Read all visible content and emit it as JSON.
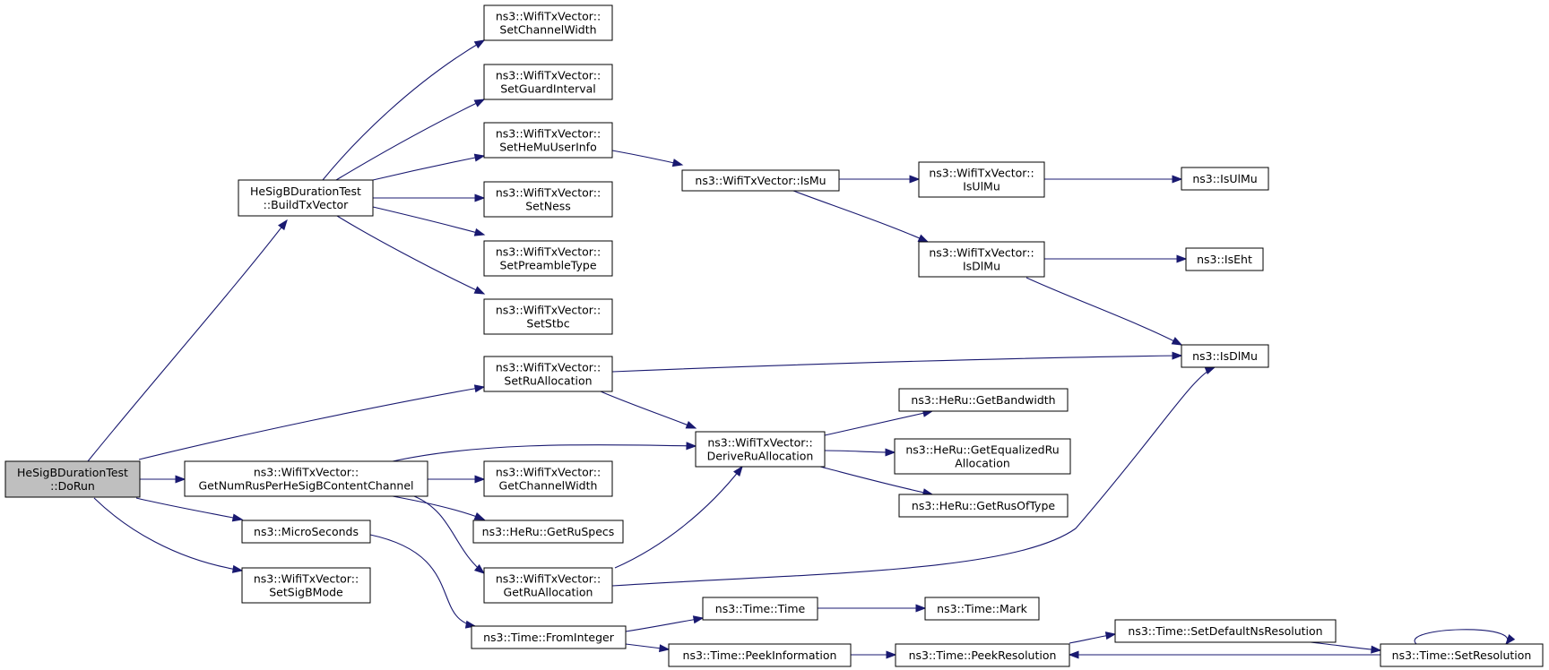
{
  "nodes": [
    {
      "id": "dorun",
      "lines": [
        "HeSigBDurationTest",
        "::DoRun"
      ]
    },
    {
      "id": "buildtx",
      "lines": [
        "HeSigBDurationTest",
        "::BuildTxVector"
      ]
    },
    {
      "id": "setchw",
      "lines": [
        "ns3::WifiTxVector::",
        "SetChannelWidth"
      ]
    },
    {
      "id": "setgi",
      "lines": [
        "ns3::WifiTxVector::",
        "SetGuardInterval"
      ]
    },
    {
      "id": "sethemu",
      "lines": [
        "ns3::WifiTxVector::",
        "SetHeMuUserInfo"
      ]
    },
    {
      "id": "setness",
      "lines": [
        "ns3::WifiTxVector::",
        "SetNess"
      ]
    },
    {
      "id": "setpre",
      "lines": [
        "ns3::WifiTxVector::",
        "SetPreambleType"
      ]
    },
    {
      "id": "setstbc",
      "lines": [
        "ns3::WifiTxVector::",
        "SetStbc"
      ]
    },
    {
      "id": "setrualloc",
      "lines": [
        "ns3::WifiTxVector::",
        "SetRuAllocation"
      ]
    },
    {
      "id": "getnumrus",
      "lines": [
        "ns3::WifiTxVector::",
        "GetNumRusPerHeSigBContentChannel"
      ]
    },
    {
      "id": "micro",
      "lines": [
        "ns3::MicroSeconds"
      ]
    },
    {
      "id": "setsigb",
      "lines": [
        "ns3::WifiTxVector::",
        "SetSigBMode"
      ]
    },
    {
      "id": "ismu",
      "lines": [
        "ns3::WifiTxVector::IsMu"
      ]
    },
    {
      "id": "derive",
      "lines": [
        "ns3::WifiTxVector::",
        "DeriveRuAllocation"
      ]
    },
    {
      "id": "getchw",
      "lines": [
        "ns3::WifiTxVector::",
        "GetChannelWidth"
      ]
    },
    {
      "id": "getruspecs",
      "lines": [
        "ns3::HeRu::GetRuSpecs"
      ]
    },
    {
      "id": "getrualloc",
      "lines": [
        "ns3::WifiTxVector::",
        "GetRuAllocation"
      ]
    },
    {
      "id": "fromint",
      "lines": [
        "ns3::Time::FromInteger"
      ]
    },
    {
      "id": "isulmu_v",
      "lines": [
        "ns3::WifiTxVector::",
        "IsUlMu"
      ]
    },
    {
      "id": "isdlmu_v",
      "lines": [
        "ns3::WifiTxVector::",
        "IsDlMu"
      ]
    },
    {
      "id": "getbw",
      "lines": [
        "ns3::HeRu::GetBandwidth"
      ]
    },
    {
      "id": "geteq",
      "lines": [
        "ns3::HeRu::GetEqualizedRu",
        "Allocation"
      ]
    },
    {
      "id": "getrusoftype",
      "lines": [
        "ns3::HeRu::GetRusOfType"
      ]
    },
    {
      "id": "time",
      "lines": [
        "ns3::Time::Time"
      ]
    },
    {
      "id": "peekinfo",
      "lines": [
        "ns3::Time::PeekInformation"
      ]
    },
    {
      "id": "mark",
      "lines": [
        "ns3::Time::Mark"
      ]
    },
    {
      "id": "peekres",
      "lines": [
        "ns3::Time::PeekResolution"
      ]
    },
    {
      "id": "setdefns",
      "lines": [
        "ns3::Time::SetDefaultNsResolution"
      ]
    },
    {
      "id": "setres",
      "lines": [
        "ns3::Time::SetResolution"
      ]
    },
    {
      "id": "isulmu",
      "lines": [
        "ns3::IsUlMu"
      ]
    },
    {
      "id": "iseht",
      "lines": [
        "ns3::IsEht"
      ]
    },
    {
      "id": "isdlmu",
      "lines": [
        "ns3::IsDlMu"
      ]
    }
  ],
  "edges": [
    {
      "from": "dorun",
      "to": "buildtx"
    },
    {
      "from": "dorun",
      "to": "setrualloc"
    },
    {
      "from": "dorun",
      "to": "getnumrus"
    },
    {
      "from": "dorun",
      "to": "micro"
    },
    {
      "from": "dorun",
      "to": "setsigb"
    },
    {
      "from": "buildtx",
      "to": "setchw"
    },
    {
      "from": "buildtx",
      "to": "setgi"
    },
    {
      "from": "buildtx",
      "to": "sethemu"
    },
    {
      "from": "buildtx",
      "to": "setness"
    },
    {
      "from": "buildtx",
      "to": "setpre"
    },
    {
      "from": "buildtx",
      "to": "setstbc"
    },
    {
      "from": "sethemu",
      "to": "ismu"
    },
    {
      "from": "setrualloc",
      "to": "isdlmu"
    },
    {
      "from": "setrualloc",
      "to": "derive"
    },
    {
      "from": "getnumrus",
      "to": "derive"
    },
    {
      "from": "getnumrus",
      "to": "getchw"
    },
    {
      "from": "getnumrus",
      "to": "getruspecs"
    },
    {
      "from": "getnumrus",
      "to": "getrualloc"
    },
    {
      "from": "micro",
      "to": "fromint"
    },
    {
      "from": "ismu",
      "to": "isulmu_v"
    },
    {
      "from": "ismu",
      "to": "isdlmu_v"
    },
    {
      "from": "isulmu_v",
      "to": "isulmu"
    },
    {
      "from": "isdlmu_v",
      "to": "iseht"
    },
    {
      "from": "isdlmu_v",
      "to": "isdlmu"
    },
    {
      "from": "derive",
      "to": "getbw"
    },
    {
      "from": "derive",
      "to": "geteq"
    },
    {
      "from": "derive",
      "to": "getrusoftype"
    },
    {
      "from": "getrualloc",
      "to": "derive"
    },
    {
      "from": "getrualloc",
      "to": "isdlmu"
    },
    {
      "from": "fromint",
      "to": "time"
    },
    {
      "from": "fromint",
      "to": "peekinfo"
    },
    {
      "from": "time",
      "to": "mark"
    },
    {
      "from": "peekinfo",
      "to": "peekres"
    },
    {
      "from": "peekres",
      "to": "setdefns"
    },
    {
      "from": "setdefns",
      "to": "setres"
    },
    {
      "from": "setres",
      "to": "peekres"
    },
    {
      "from": "setres",
      "to": "setres"
    }
  ]
}
